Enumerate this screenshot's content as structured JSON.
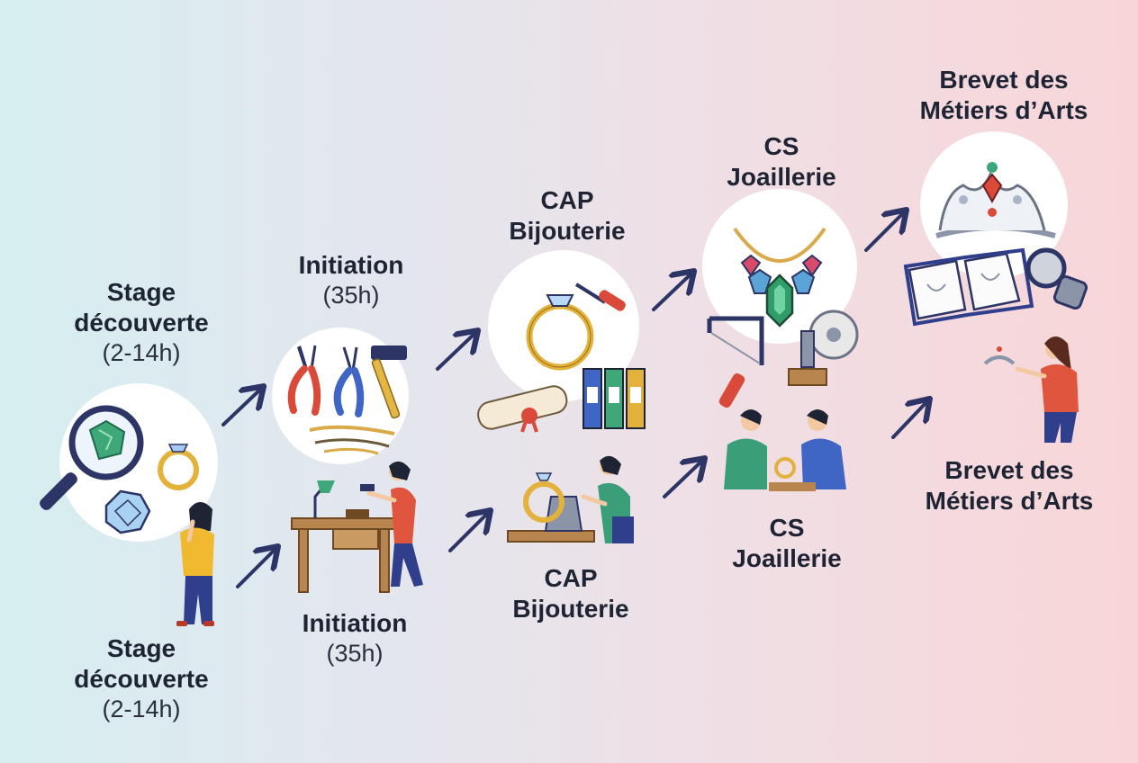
{
  "stages": [
    {
      "title_line1": "Stage",
      "title_line2": "découverte",
      "duration": "(2-14h)"
    },
    {
      "title_line1": "Initiation",
      "duration": "(35h)"
    },
    {
      "title_line1": "CAP",
      "title_line2": "Bijouterie"
    },
    {
      "title_line1": "CS",
      "title_line2": "Joaillerie"
    },
    {
      "title_line1": "Brevet des",
      "title_line2": "Métiers d’Arts"
    }
  ],
  "icons": {
    "stage1": [
      "magnifier-icon",
      "gem-icon",
      "ring-icon",
      "diamond-icon",
      "person-thinking-icon"
    ],
    "stage2": [
      "pliers-icon",
      "hammer-icon",
      "wire-icon",
      "workbench-icon",
      "lamp-icon",
      "artisan-icon"
    ],
    "stage3": [
      "ring-icon",
      "file-tool-icon",
      "diploma-icon",
      "binders-icon",
      "polishing-machine-icon",
      "artisan-icon"
    ],
    "stage4": [
      "necklace-icon",
      "saw-frame-icon",
      "grinder-icon",
      "two-jewelers-icon"
    ],
    "stage5": [
      "tiara-icon",
      "design-book-icon",
      "loupe-icon",
      "presenter-icon"
    ]
  },
  "colors": {
    "bg_left": "#d6eef0",
    "bg_right": "#f8d6d8",
    "arrow": "#2c3566",
    "text": "#1e2433"
  }
}
